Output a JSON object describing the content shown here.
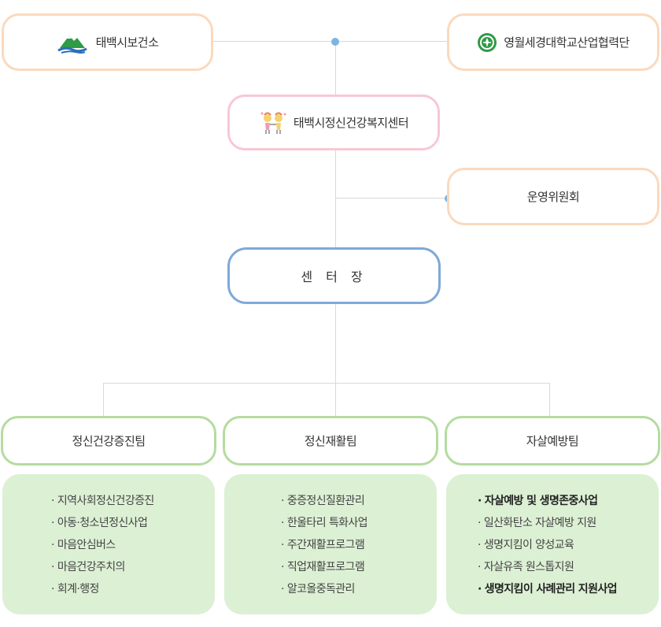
{
  "top": {
    "left_org": "태백시보건소",
    "right_org": "영월세경대학교산업협력단"
  },
  "center": {
    "title": "태백시정신건강복지센터",
    "committee": "운영위원회",
    "director": "센 터 장"
  },
  "teams": [
    {
      "name": "정신건강증진팀",
      "items": [
        {
          "text": "지역사회정신건강증진",
          "strong": false
        },
        {
          "text": "아동·청소년정신사업",
          "strong": false
        },
        {
          "text": "마음안심버스",
          "strong": false
        },
        {
          "text": "마음건강주치의",
          "strong": false
        },
        {
          "text": "회계·행정",
          "strong": false
        }
      ]
    },
    {
      "name": "정신재활팀",
      "items": [
        {
          "text": "중증정신질환관리",
          "strong": false
        },
        {
          "text": "한울타리 특화사업",
          "strong": false
        },
        {
          "text": "주간재활프로그램",
          "strong": false
        },
        {
          "text": "직업재활프로그램",
          "strong": false
        },
        {
          "text": "알코올중독관리",
          "strong": false
        }
      ]
    },
    {
      "name": "자살예방팀",
      "items": [
        {
          "text": "자살예방 및 생명존중사업",
          "strong": true
        },
        {
          "text": "일산화탄소 자살예방 지원",
          "strong": false
        },
        {
          "text": "생명지킴이 양성교육",
          "strong": false
        },
        {
          "text": "자살유족 원스톱지원",
          "strong": false
        },
        {
          "text": "생명지킴이 사례관리 지원사업",
          "strong": true
        }
      ]
    }
  ],
  "bullet": "·",
  "colors": {
    "orange_border": "#fbd9bd",
    "pink_border": "#f7c8d4",
    "blue_border": "#7fa9d9",
    "green_border": "#b4dc9f",
    "panel_bg": "#dcf0d4",
    "dot": "#7fb3df",
    "line": "#d9d9d9"
  },
  "icons": {
    "left_logo": "mountain-logo-icon",
    "right_logo": "university-emblem-icon",
    "center_logo": "children-illustration-icon"
  }
}
